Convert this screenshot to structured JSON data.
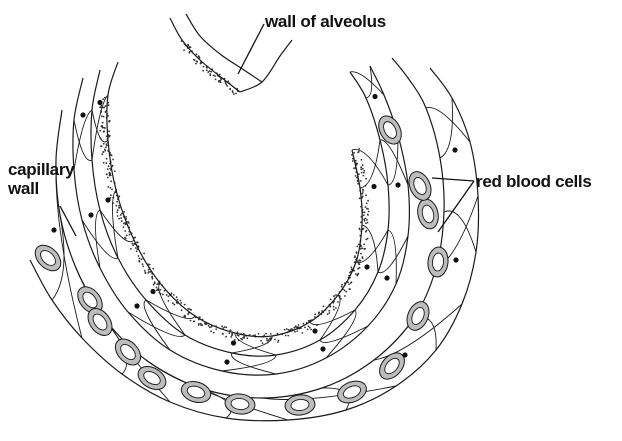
{
  "labels": {
    "alveolus_wall": "wall of alveolus",
    "red_blood_cells": "red blood cells",
    "capillary_wall": "capillary wall"
  },
  "colors": {
    "line": "#1a1a1a",
    "stipple": "#333333",
    "cell_fill": "#bdbdbd"
  }
}
